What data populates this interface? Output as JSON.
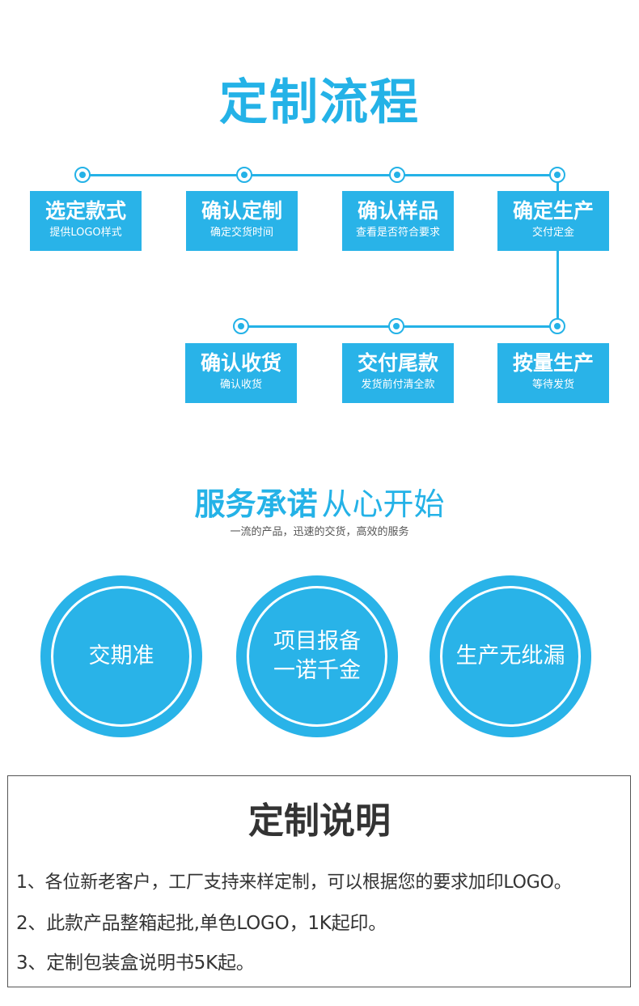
{
  "process": {
    "title": "定制流程",
    "steps": [
      {
        "title": "选定款式",
        "sub": "提供LOGO样式"
      },
      {
        "title": "确认定制",
        "sub": "确定交货时间"
      },
      {
        "title": "确认样品",
        "sub": "查看是否符合要求"
      },
      {
        "title": "确定生产",
        "sub": "交付定金"
      },
      {
        "title": "按量生产",
        "sub": "等待发货"
      },
      {
        "title": "交付尾款",
        "sub": "发货前付清全款"
      },
      {
        "title": "确认收货",
        "sub": "确认收货"
      }
    ]
  },
  "service": {
    "title_bold": "服务承诺",
    "title_light": "从心开始",
    "subtitle": "一流的产品，迅速的交货，高效的服务",
    "circles": [
      {
        "line1": "交期准",
        "line2": ""
      },
      {
        "line1": "项目报备",
        "line2": "一诺千金"
      },
      {
        "line1": "生产无纰漏",
        "line2": ""
      }
    ]
  },
  "notes": {
    "title": "定制说明",
    "items": [
      "1、各位新老客户，工厂支持来样定制，可以根据您的要求加印LOGO。",
      "2、此款产品整箱起批,单色LOGO，1K起印。",
      "3、定制包装盒说明书5K起。"
    ]
  },
  "colors": {
    "accent": "#24b2e7",
    "text": "#333333"
  }
}
